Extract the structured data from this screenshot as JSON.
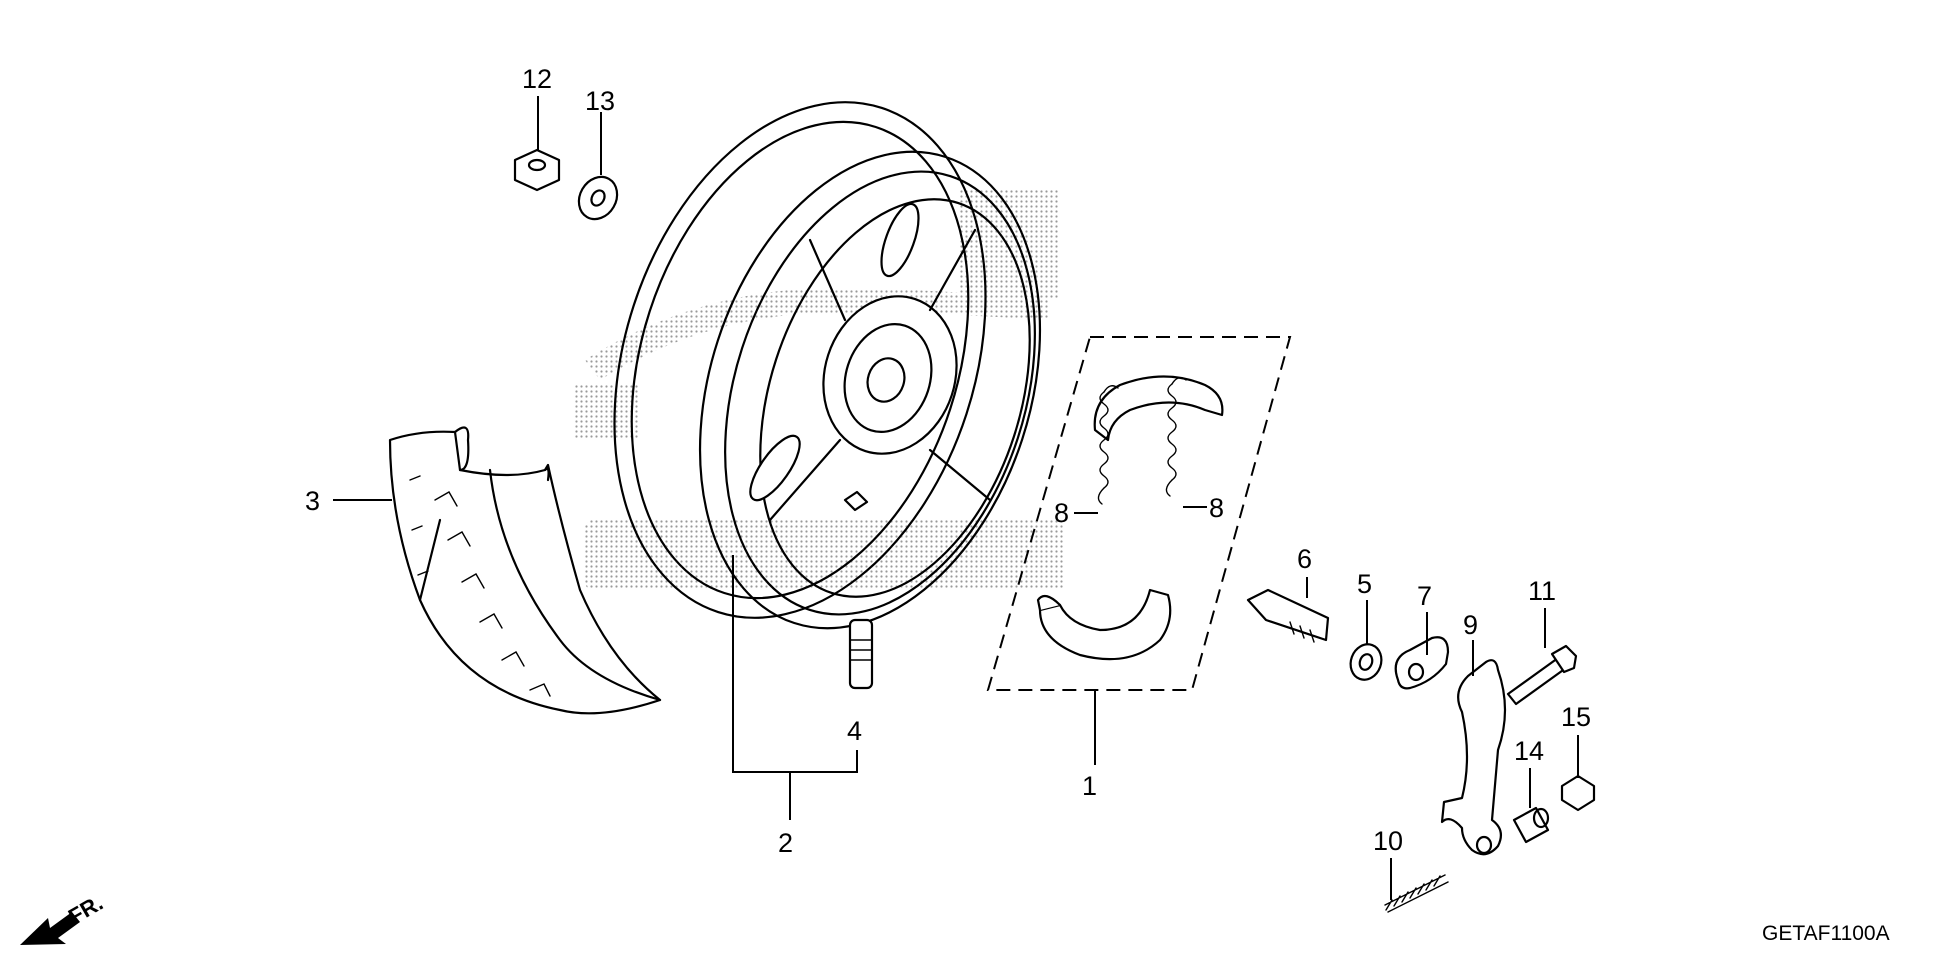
{
  "diagram": {
    "reference_code": "GETAF1100A",
    "direction_label": "FR.",
    "watermark_colors": {
      "dots": "#9a9a9a"
    },
    "callouts": [
      {
        "id": "1",
        "label": "1"
      },
      {
        "id": "2",
        "label": "2"
      },
      {
        "id": "3",
        "label": "3"
      },
      {
        "id": "4",
        "label": "4"
      },
      {
        "id": "5",
        "label": "5"
      },
      {
        "id": "6",
        "label": "6"
      },
      {
        "id": "7",
        "label": "7"
      },
      {
        "id": "8a",
        "label": "8"
      },
      {
        "id": "8b",
        "label": "8"
      },
      {
        "id": "9",
        "label": "9"
      },
      {
        "id": "10",
        "label": "10"
      },
      {
        "id": "11",
        "label": "11"
      },
      {
        "id": "12",
        "label": "12"
      },
      {
        "id": "13",
        "label": "13"
      },
      {
        "id": "14",
        "label": "14"
      },
      {
        "id": "15",
        "label": "15"
      }
    ],
    "icons": {
      "direction": "front-direction-arrow-icon",
      "logo": "honda-watermark-logo"
    }
  }
}
